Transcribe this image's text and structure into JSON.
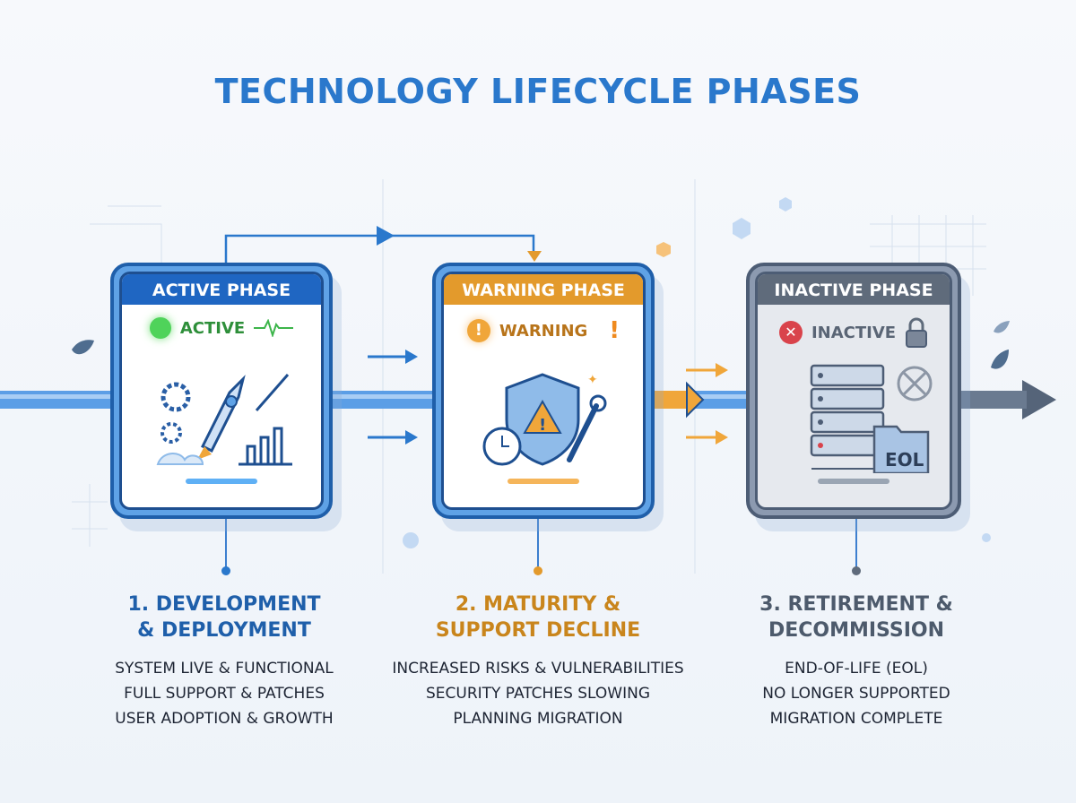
{
  "title": "TECHNOLOGY LIFECYCLE PHASES",
  "phases": [
    {
      "header": "ACTIVE PHASE",
      "status": "ACTIVE",
      "heading_1": "1. DEVELOPMENT",
      "heading_2": "& DEPLOYMENT",
      "points": [
        "SYSTEM LIVE & FUNCTIONAL",
        "FULL SUPPORT & PATCHES",
        "USER ADOPTION & GROWTH"
      ],
      "color": "#1f66c2"
    },
    {
      "header": "WARNING PHASE",
      "status": "WARNING",
      "heading_1": "2. MATURITY &",
      "heading_2": "SUPPORT DECLINE",
      "points": [
        "INCREASED RISKS & VULNERABILITIES",
        "SECURITY PATCHES SLOWING",
        "PLANNING MIGRATION"
      ],
      "color": "#c9851c"
    },
    {
      "header": "INACTIVE PHASE",
      "status": "INACTIVE",
      "heading_1": "3. RETIREMENT &",
      "heading_2": "DECOMMISSION",
      "points": [
        "END-OF-LIFE (EOL)",
        "NO LONGER SUPPORTED",
        "MIGRATION COMPLETE"
      ],
      "color": "#4d5a6c",
      "badge": "EOL"
    }
  ]
}
